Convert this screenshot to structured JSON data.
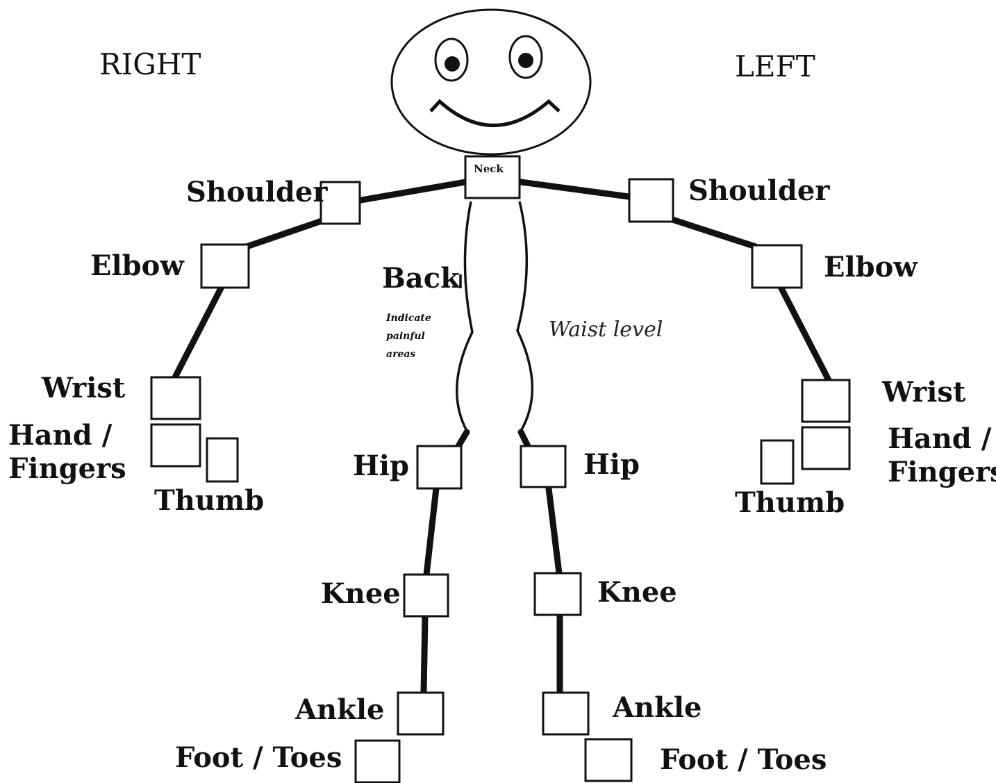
{
  "sides": {
    "right": "RIGHT",
    "left": "LEFT"
  },
  "neck": "Neck",
  "back": "Back",
  "back_note": [
    "Indicate",
    "painful",
    "areas"
  ],
  "waist": "Waist level",
  "right_labels": {
    "shoulder": "Shoulder",
    "elbow": "Elbow",
    "wrist": "Wrist",
    "hand_line1": "Hand /",
    "hand_line2": "Fingers",
    "thumb": "Thumb",
    "hip": "Hip",
    "knee": "Knee",
    "ankle": "Ankle",
    "foot": "Foot / Toes"
  },
  "left_labels": {
    "shoulder": "Shoulder",
    "elbow": "Elbow",
    "wrist": "Wrist",
    "hand_line1": "Hand /",
    "hand_line2": "Fingers",
    "thumb": "Thumb",
    "hip": "Hip",
    "knee": "Knee",
    "ankle": "Ankle",
    "foot": "Foot / Toes"
  }
}
